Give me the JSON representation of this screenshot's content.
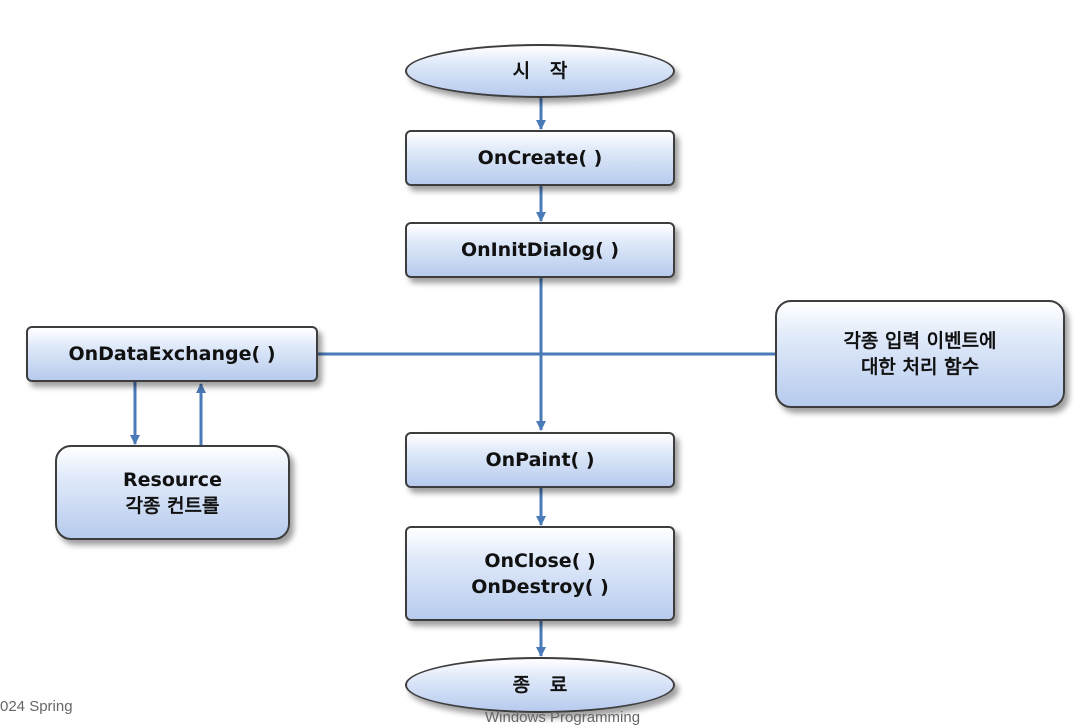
{
  "diagram": {
    "nodes": [
      {
        "id": "start",
        "lines": [
          "시   작"
        ]
      },
      {
        "id": "oncreate",
        "lines": [
          "OnCreate( )"
        ]
      },
      {
        "id": "oninitdialog",
        "lines": [
          "OnInitDialog( )"
        ]
      },
      {
        "id": "ondataexchange",
        "lines": [
          "OnDataExchange( )"
        ]
      },
      {
        "id": "resource",
        "lines": [
          "Resource",
          "각종 컨트롤"
        ]
      },
      {
        "id": "events",
        "lines": [
          "각종 입력 이벤트에",
          "대한 처리 함수"
        ]
      },
      {
        "id": "onpaint",
        "lines": [
          "OnPaint( )"
        ]
      },
      {
        "id": "onclose",
        "lines": [
          "OnClose( )",
          "OnDestroy( )"
        ]
      },
      {
        "id": "end",
        "lines": [
          "종   료"
        ]
      }
    ],
    "edges": [
      {
        "from": "start",
        "to": "oncreate"
      },
      {
        "from": "oncreate",
        "to": "oninitdialog"
      },
      {
        "from": "oninitdialog",
        "to": "onpaint"
      },
      {
        "from": "ondataexchange",
        "to": "resource"
      },
      {
        "from": "resource",
        "to": "ondataexchange"
      },
      {
        "from": "ondataexchange",
        "to": "events",
        "arrow": false
      },
      {
        "from": "onpaint",
        "to": "onclose"
      },
      {
        "from": "onclose",
        "to": "end"
      }
    ]
  },
  "footer": {
    "left": "024 Spring",
    "center": "Windows Programming"
  },
  "colors": {
    "connector": "#4a7ab8",
    "node_border": "#3d3d3d",
    "node_fill_top": "#ffffff",
    "node_fill_bottom": "#b7cbee",
    "footer_text": "#666666"
  }
}
